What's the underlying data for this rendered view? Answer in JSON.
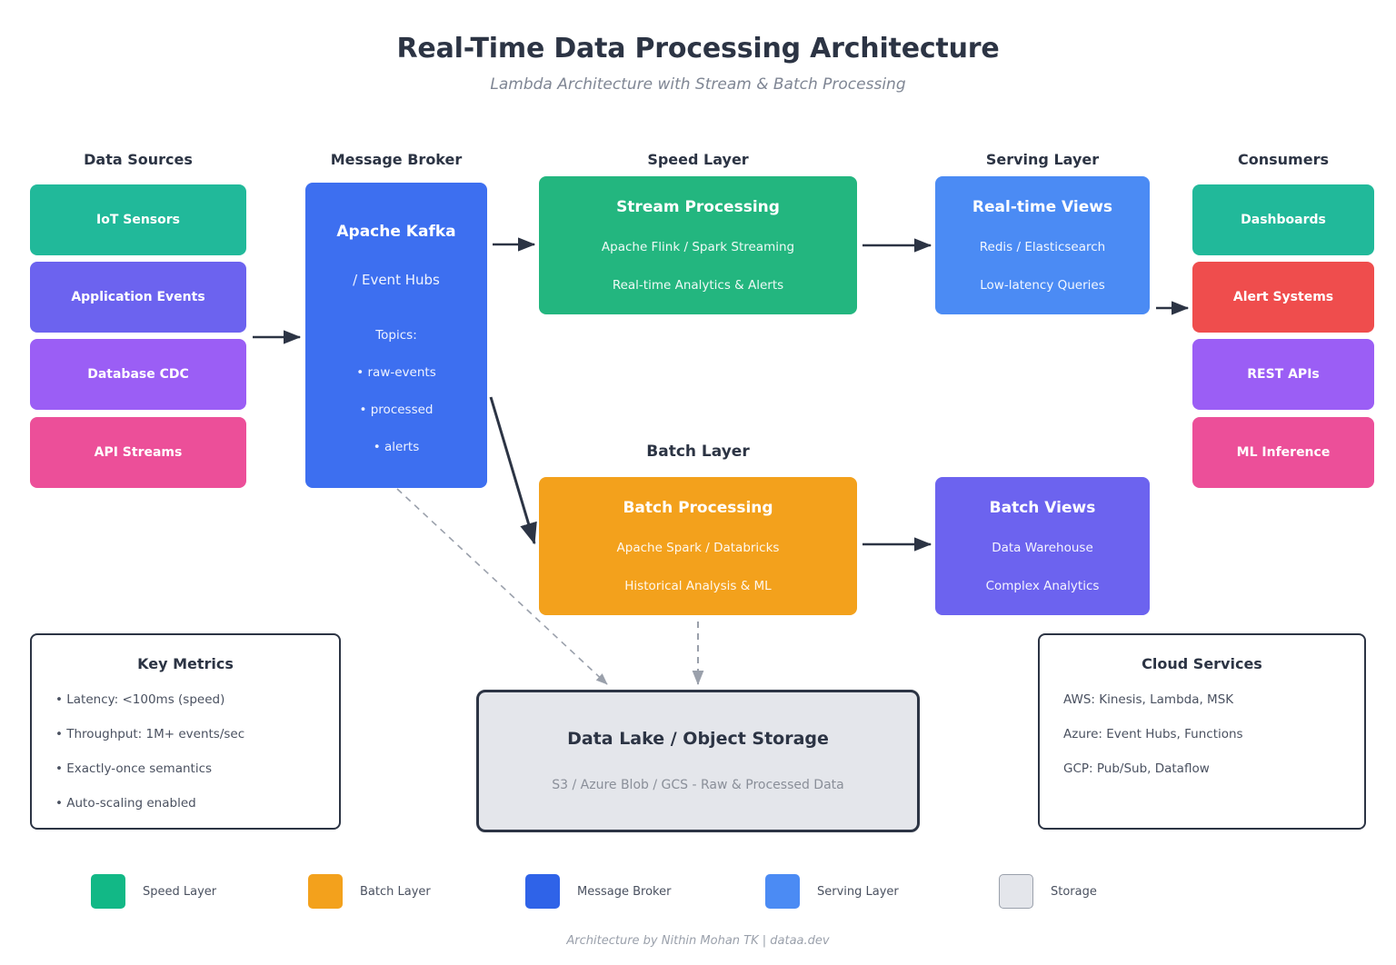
{
  "header": {
    "title": "Real-Time Data Processing Architecture",
    "subtitle": "Lambda Architecture with Stream & Batch Processing"
  },
  "columns": {
    "data_sources": "Data Sources",
    "message_broker": "Message Broker",
    "speed_layer": "Speed Layer",
    "serving_layer": "Serving Layer",
    "consumers": "Consumers",
    "batch_layer": "Batch Layer"
  },
  "data_sources": [
    {
      "label": "IoT Sensors",
      "color": "#21b99a"
    },
    {
      "label": "Application Events",
      "color": "#6c63ef"
    },
    {
      "label": "Database CDC",
      "color": "#9b5ef5"
    },
    {
      "label": "API Streams",
      "color": "#ec4f99"
    }
  ],
  "broker": {
    "title": "Apache Kafka",
    "subtitle": "/ Event Hubs",
    "topics_label": "Topics:",
    "topics": [
      "• raw-events",
      "• processed",
      "• alerts"
    ],
    "color": "#3d6ff0"
  },
  "speed": {
    "title": "Stream Processing",
    "lines": [
      "Apache Flink / Spark Streaming",
      "Real-time Analytics & Alerts"
    ],
    "color": "#23b67f"
  },
  "serving": {
    "title": "Real-time Views",
    "lines": [
      "Redis / Elasticsearch",
      "Low-latency Queries"
    ],
    "color": "#4b8bf4"
  },
  "consumers": [
    {
      "label": "Dashboards",
      "color": "#21b99a"
    },
    {
      "label": "Alert Systems",
      "color": "#ef4d4d"
    },
    {
      "label": "REST APIs",
      "color": "#9b5ef5"
    },
    {
      "label": "ML Inference",
      "color": "#ec4f99"
    }
  ],
  "batch_processing": {
    "title": "Batch Processing",
    "lines": [
      "Apache Spark / Databricks",
      "Historical Analysis & ML"
    ],
    "color": "#f3a11c"
  },
  "batch_views": {
    "title": "Batch Views",
    "lines": [
      "Data Warehouse",
      "Complex Analytics"
    ],
    "color": "#6c63ef"
  },
  "storage": {
    "title": "Data Lake / Object Storage",
    "subtitle": "S3 / Azure Blob / GCS - Raw & Processed Data",
    "color": "#e4e6eb"
  },
  "key_metrics": {
    "title": "Key Metrics",
    "items": [
      "• Latency: <100ms (speed)",
      "• Throughput: 1M+ events/sec",
      "• Exactly-once semantics",
      "• Auto-scaling enabled"
    ]
  },
  "cloud_services": {
    "title": "Cloud Services",
    "items": [
      "AWS: Kinesis, Lambda, MSK",
      "Azure: Event Hubs, Functions",
      "GCP: Pub/Sub, Dataflow"
    ]
  },
  "legend": [
    {
      "label": "Speed Layer",
      "color": "#12b886"
    },
    {
      "label": "Batch Layer",
      "color": "#f3a11c"
    },
    {
      "label": "Message Broker",
      "color": "#2f63e8"
    },
    {
      "label": "Serving Layer",
      "color": "#4b8bf4"
    },
    {
      "label": "Storage",
      "color": "#e4e6eb"
    }
  ],
  "footer": "Architecture by Nithin Mohan TK | dataa.dev"
}
